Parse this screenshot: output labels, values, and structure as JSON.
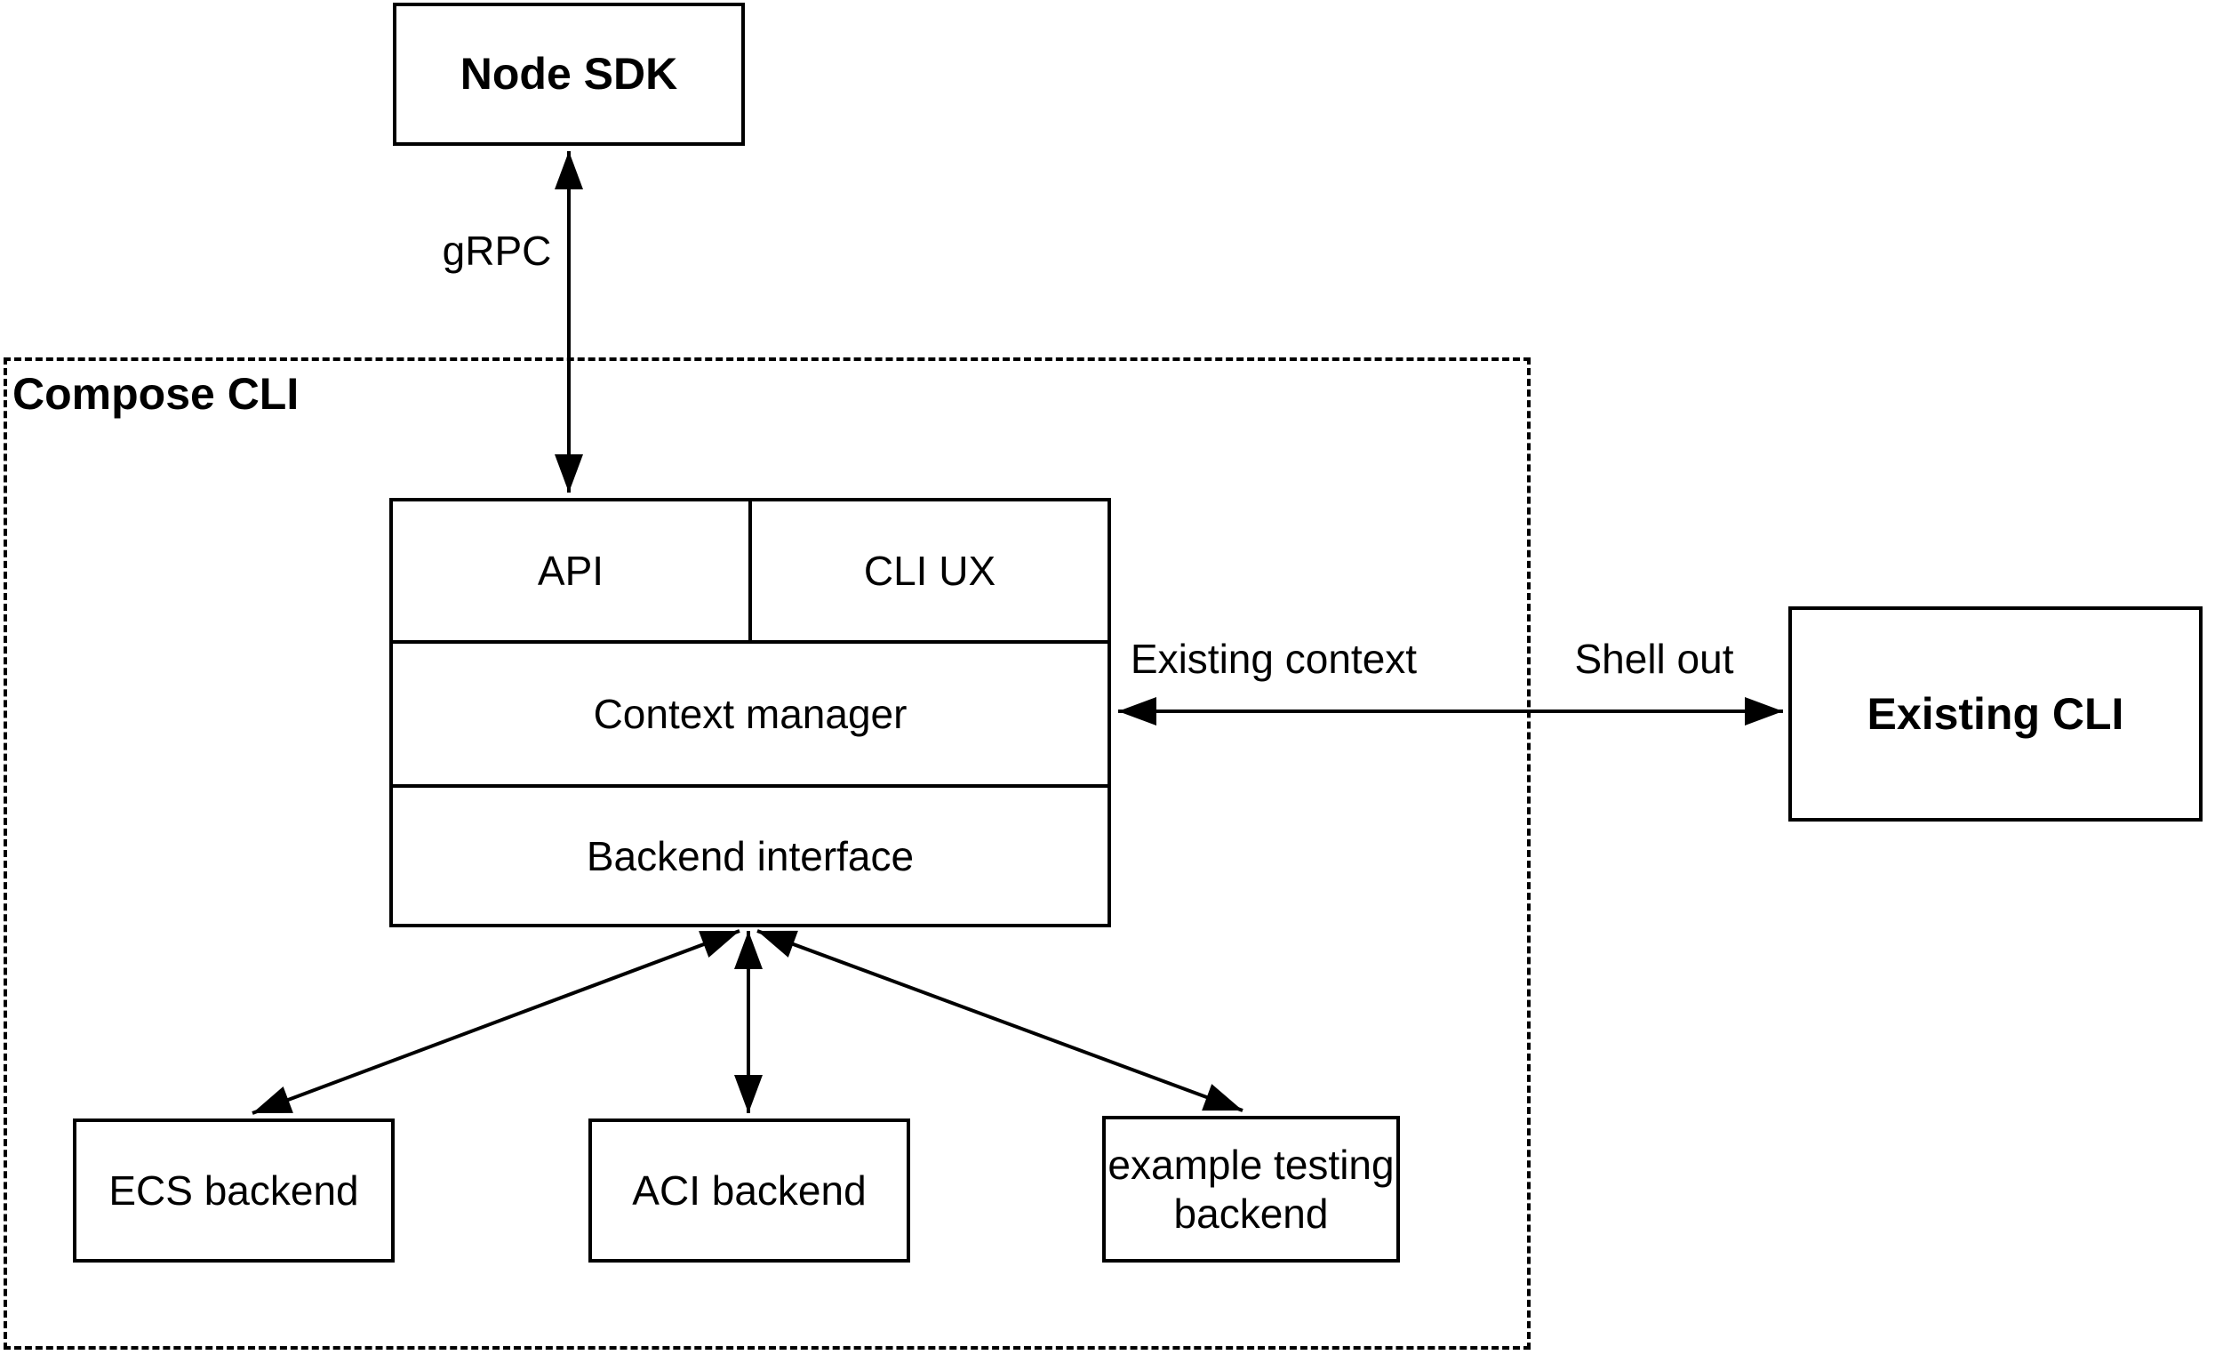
{
  "colors": {
    "stroke": "#000000",
    "background": "#ffffff",
    "text": "#000000"
  },
  "nodes": {
    "node_sdk": {
      "label": "Node SDK"
    },
    "compose_cli": {
      "label": "Compose CLI"
    },
    "api": {
      "label": "API"
    },
    "cli_ux": {
      "label": "CLI UX"
    },
    "context_manager": {
      "label": "Context manager"
    },
    "backend_interface": {
      "label": "Backend interface"
    },
    "ecs_backend": {
      "label": "ECS backend"
    },
    "aci_backend": {
      "label": "ACI backend"
    },
    "example_testing_backend": {
      "label": "example testing backend"
    },
    "existing_cli": {
      "label": "Existing CLI"
    }
  },
  "edges": {
    "grpc": {
      "label": "gRPC",
      "from": "Node SDK",
      "to": "API",
      "direction": "bidirectional"
    },
    "context_link": {
      "label_left": "Existing context",
      "label_right": "Shell out",
      "from": "Context manager",
      "to": "Existing CLI",
      "direction": "bidirectional"
    },
    "backend_to_ecs": {
      "from": "Backend interface",
      "to": "ECS backend",
      "direction": "bidirectional"
    },
    "backend_to_aci": {
      "from": "Backend interface",
      "to": "ACI backend",
      "direction": "bidirectional"
    },
    "backend_to_example": {
      "from": "Backend interface",
      "to": "example testing backend",
      "direction": "bidirectional"
    }
  }
}
